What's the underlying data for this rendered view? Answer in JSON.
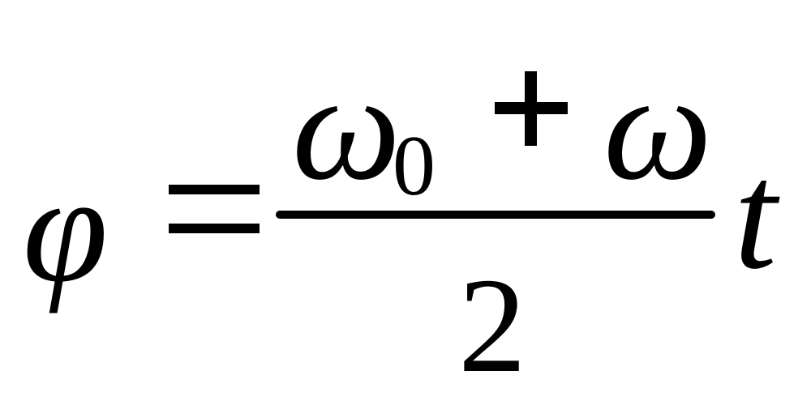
{
  "formula": {
    "lhs": "φ",
    "equals": "=",
    "numerator": {
      "omega": "ω",
      "subscript": "0",
      "plus": "+",
      "omega2": "ω"
    },
    "denominator": "2",
    "factor": "t"
  }
}
